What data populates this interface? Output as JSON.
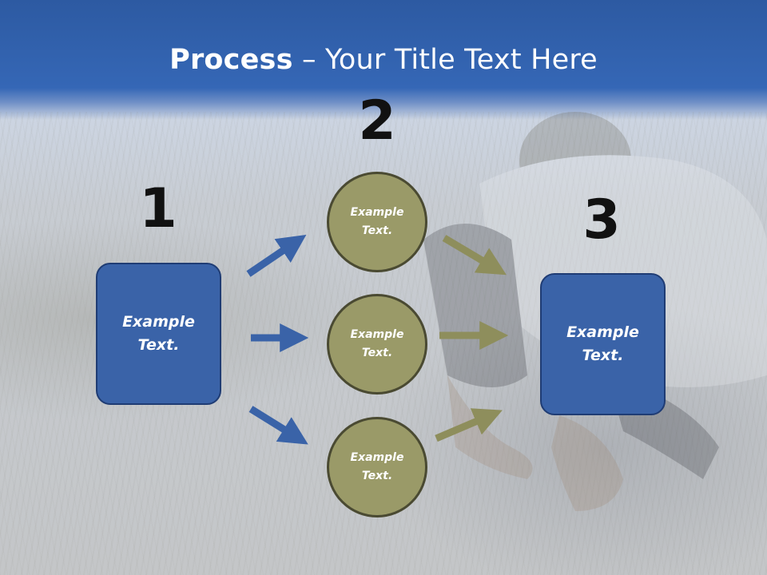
{
  "slide": {
    "title_bold": "Process",
    "title_rest": " – Your Title Text Here"
  },
  "steps": {
    "step1_number": "1",
    "step2_number": "2",
    "step3_number": "3"
  },
  "nodes": {
    "left_box": "Example Text.",
    "circle_top": "Example Text.",
    "circle_middle": "Example Text.",
    "circle_bottom": "Example Text.",
    "right_box": "Example Text."
  },
  "colors": {
    "header_blue": "#3567b6",
    "box_blue": "#3a63a8",
    "circle_olive": "#9a9a68",
    "arrow_blue": "#3a63a8",
    "arrow_olive": "#8e8e5c"
  }
}
